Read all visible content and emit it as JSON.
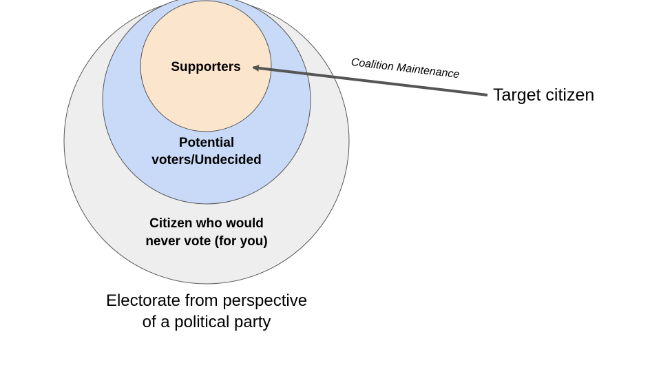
{
  "diagram": {
    "electorate": {
      "label_line1": "Citizen who would",
      "label_line2": "never vote (for you)",
      "fill": "#eeeeee",
      "stroke": "#555555"
    },
    "potential": {
      "label_line1": "Potential",
      "label_line2": "voters/Undecided",
      "fill": "#c9daf8",
      "stroke": "#555555"
    },
    "supporters": {
      "label": "Supporters",
      "fill": "#fce5cd",
      "stroke": "#555555"
    },
    "arrow": {
      "label": "Coalition Maintenance",
      "color": "#555555"
    },
    "target": {
      "label": "Target citizen"
    },
    "caption": {
      "line1": "Electorate from perspective",
      "line2": "of a political party"
    }
  }
}
